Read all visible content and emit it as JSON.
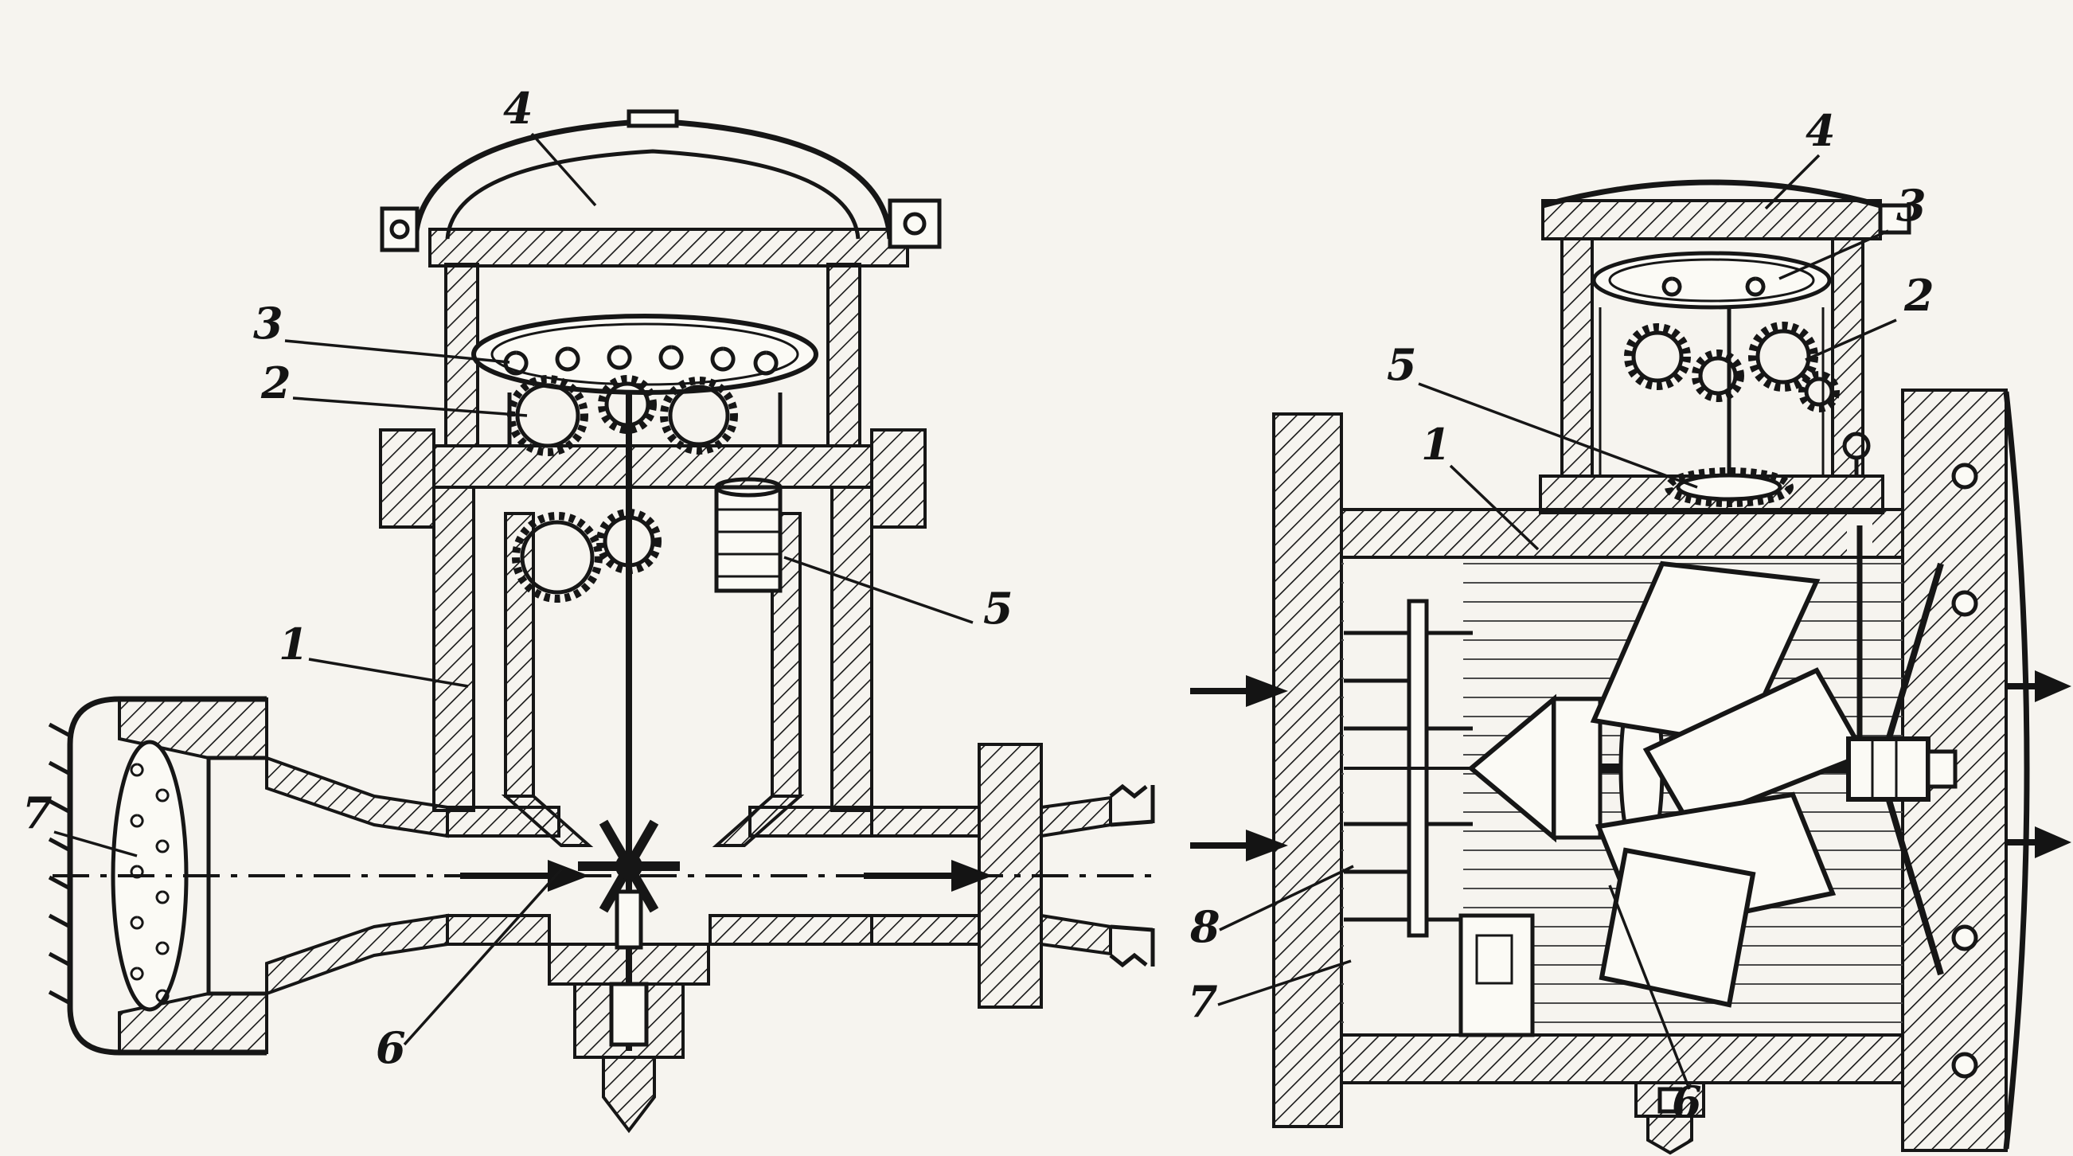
{
  "figure": {
    "background_color": "#f6f4ef",
    "ink_color": "#161616",
    "left": {
      "callouts": [
        {
          "id": "4",
          "text": "4"
        },
        {
          "id": "3",
          "text": "3"
        },
        {
          "id": "2",
          "text": "2"
        },
        {
          "id": "5",
          "text": "5"
        },
        {
          "id": "1",
          "text": "1"
        },
        {
          "id": "7",
          "text": "7"
        },
        {
          "id": "6",
          "text": "6"
        }
      ]
    },
    "right": {
      "callouts": [
        {
          "id": "4",
          "text": "4"
        },
        {
          "id": "3",
          "text": "3"
        },
        {
          "id": "2",
          "text": "2"
        },
        {
          "id": "5",
          "text": "5"
        },
        {
          "id": "1",
          "text": "1"
        },
        {
          "id": "8",
          "text": "8"
        },
        {
          "id": "7",
          "text": "7"
        },
        {
          "id": "6",
          "text": "6"
        }
      ]
    },
    "icons": {
      "flow_arrow": "right-pointing filled flow arrow",
      "hatch": "diagonal section hatching",
      "centerline": "dash-dot pipe axis line"
    }
  }
}
